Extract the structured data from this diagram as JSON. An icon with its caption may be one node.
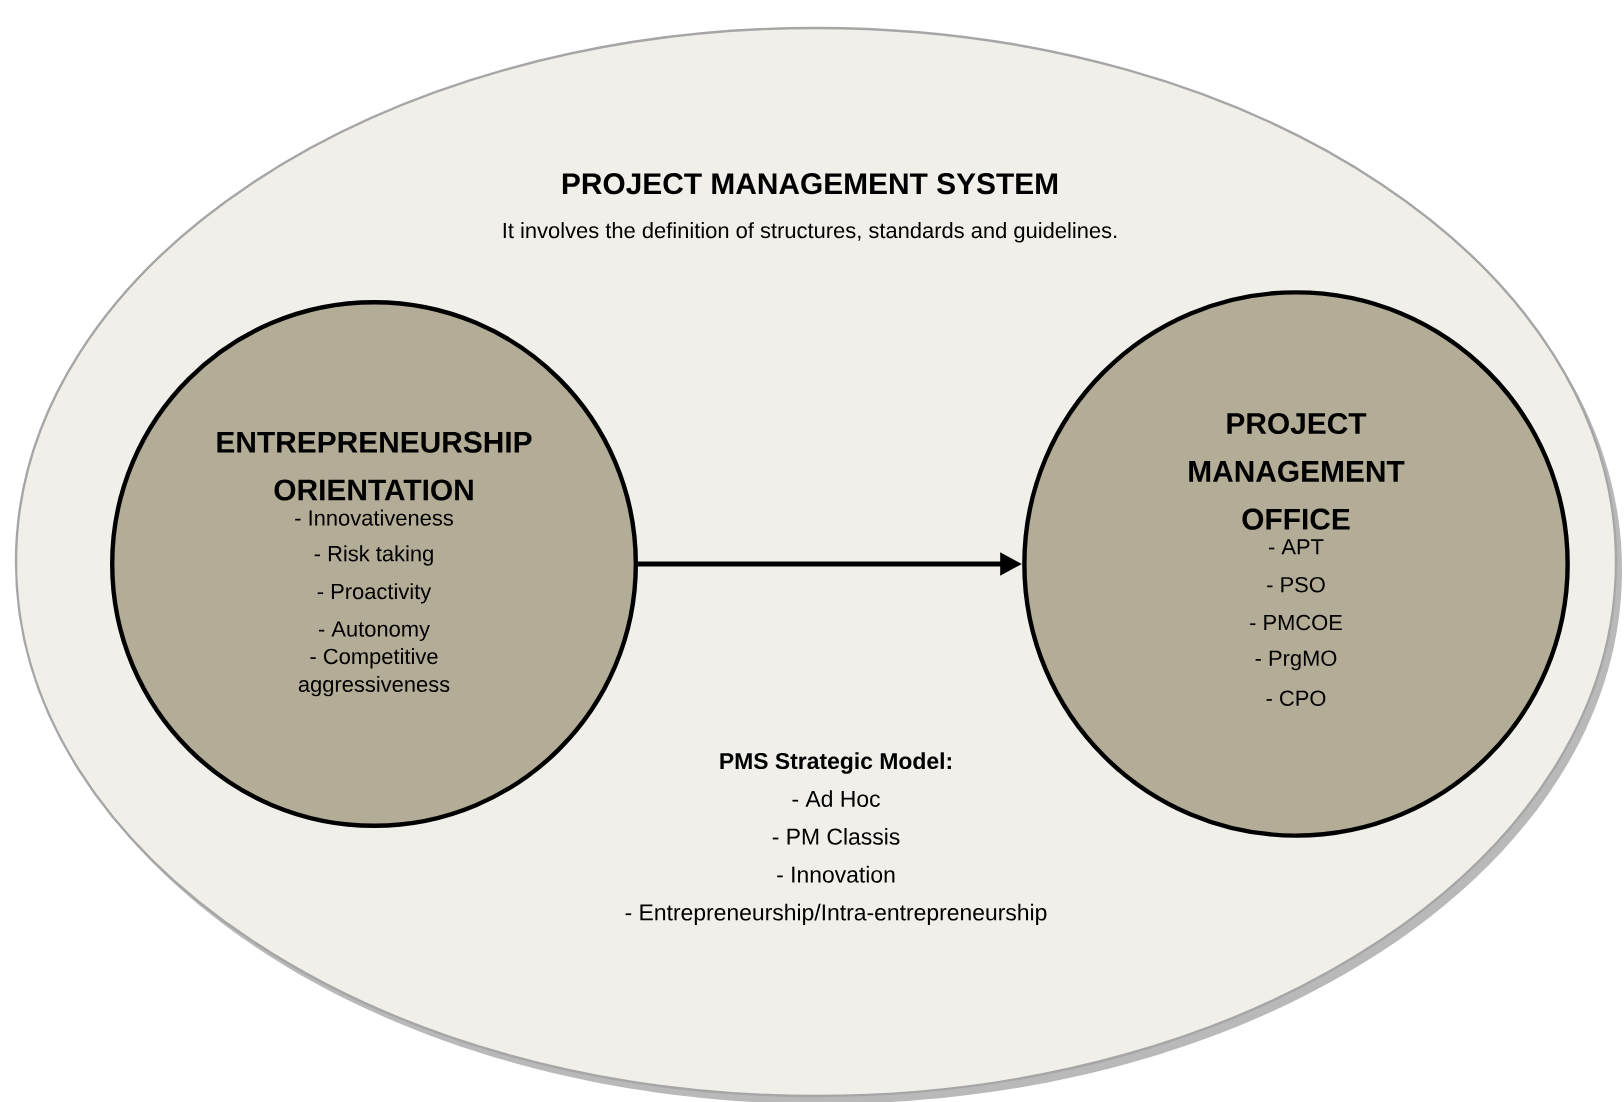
{
  "diagram": {
    "nodes": [
      {
        "text": [
          "PROJECT MANAGEMENT SYSTEM",
          "It involves the definition of structures, standards and guidelines.",
          "PMS Strategic Model:",
          "- Ad Hoc",
          "- PM Classis",
          "- Innovation",
          "- Entrepreneurship/Intra-entrepreneurship"
        ]
      },
      {
        "text": [
          "ENTREPRENEURSHIP ORIENTATION",
          "- Innovativeness",
          "- Risk taking",
          "- Proactivity",
          "- Autonomy",
          "- Competitive aggressiveness"
        ],
        "in": 0
      },
      {
        "text": [
          "PROJECT MANAGEMENT OFFICE",
          "- APT",
          "- PSO",
          "- PMCOE",
          "- PrgMO",
          "- CPO"
        ],
        "in": 0
      }
    ],
    "edges": [
      {
        "from": 1,
        "to": 2,
        "arrow": "to"
      }
    ]
  }
}
